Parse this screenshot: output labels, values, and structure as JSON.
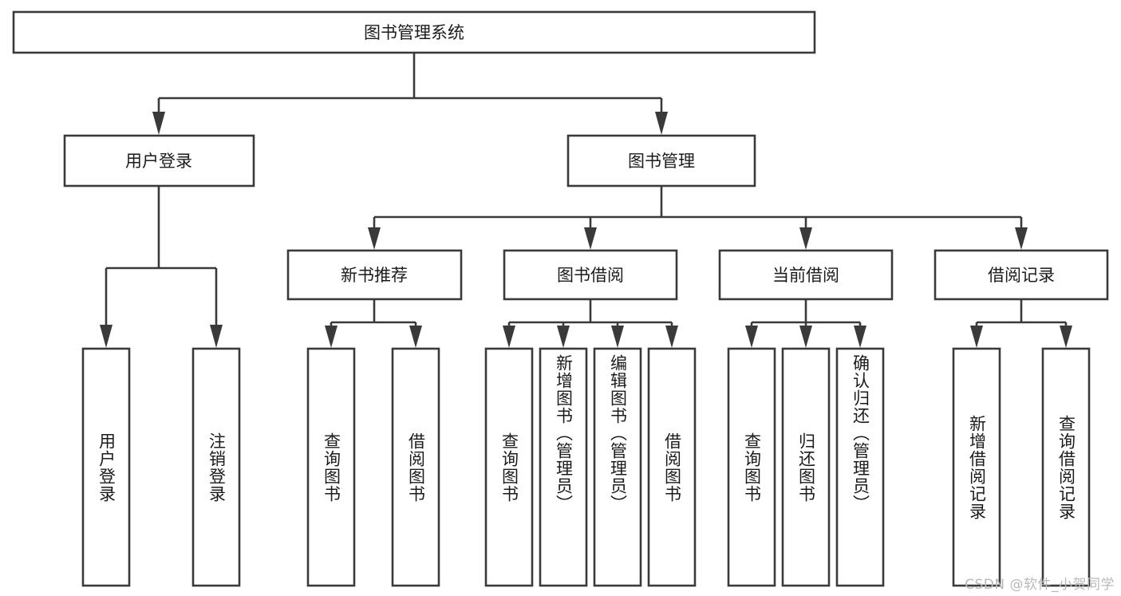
{
  "diagram": {
    "type": "tree",
    "title": "图书管理系统",
    "watermark": "CSDN @软件_小贺同学",
    "colors": {
      "box_stroke": "#3a3a3a",
      "box_fill": "#ffffff",
      "text": "#1b1b1b",
      "watermark": "#b9b9b9",
      "background": "#ffffff"
    },
    "root": {
      "label": "图书管理系统"
    },
    "level2": [
      {
        "label": "用户登录"
      },
      {
        "label": "图书管理"
      }
    ],
    "level3": [
      {
        "label": "新书推荐"
      },
      {
        "label": "图书借阅"
      },
      {
        "label": "当前借阅"
      },
      {
        "label": "借阅记录"
      }
    ],
    "leaves": {
      "user_login": [
        {
          "label": "用户登录"
        },
        {
          "label": "注销登录"
        }
      ],
      "new_book_recommend": [
        {
          "label": "查询图书"
        },
        {
          "label": "借阅图书"
        }
      ],
      "book_borrow": [
        {
          "label": "查询图书"
        },
        {
          "label": "新增图书（管理员）"
        },
        {
          "label": "编辑图书（管理员）"
        },
        {
          "label": "借阅图书"
        }
      ],
      "current_borrow": [
        {
          "label": "查询图书"
        },
        {
          "label": "归还图书"
        },
        {
          "label": "确认归还（管理员）"
        }
      ],
      "borrow_record": [
        {
          "label": "新增借阅记录"
        },
        {
          "label": "查询借阅记录"
        }
      ]
    }
  }
}
